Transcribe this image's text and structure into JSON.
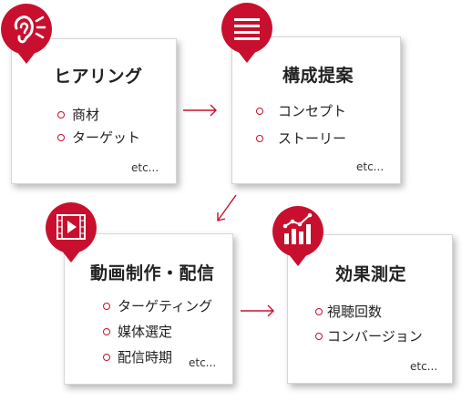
{
  "accent_color": "#c8102e",
  "steps": [
    {
      "icon": "ear-icon",
      "title": "ヒアリング",
      "items": [
        "商材",
        "ターゲット"
      ],
      "etc": "etc..."
    },
    {
      "icon": "list-icon",
      "title": "構成提案",
      "items": [
        "コンセプト",
        "ストーリー"
      ],
      "etc": "etc..."
    },
    {
      "icon": "video-icon",
      "title": "動画制作・配信",
      "items": [
        "ターゲティング",
        "媒体選定",
        "配信時期"
      ],
      "etc": "etc..."
    },
    {
      "icon": "chart-icon",
      "title": "効果測定",
      "items": [
        "視聴回数",
        "コンバージョン"
      ],
      "etc": "etc..."
    }
  ]
}
